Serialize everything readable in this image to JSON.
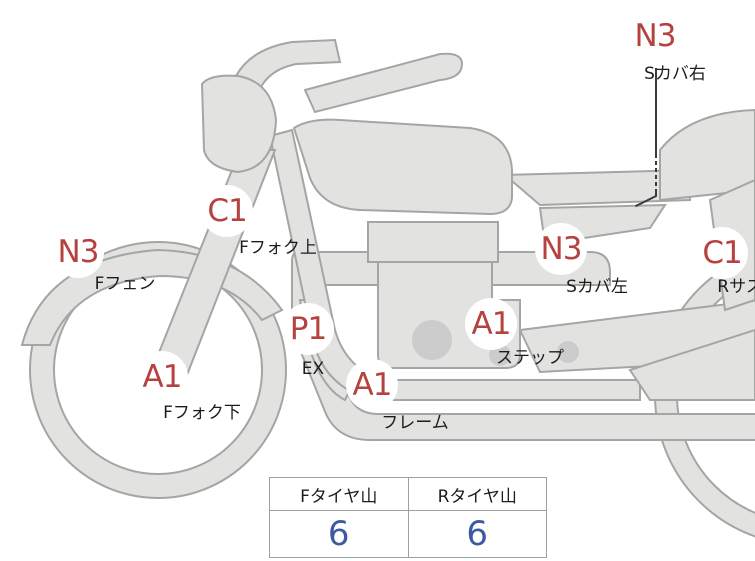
{
  "markers": [
    {
      "id": "s-cover-right",
      "code": "N3",
      "label": "Sカバ右"
    },
    {
      "id": "f-fork-upper",
      "code": "C1",
      "label": "Fフォク上"
    },
    {
      "id": "f-fender",
      "code": "N3",
      "label": "Fフェン"
    },
    {
      "id": "s-cover-left",
      "code": "N3",
      "label": "Sカバ左"
    },
    {
      "id": "r-suspension",
      "code": "C1",
      "label": "Rサス"
    },
    {
      "id": "exhaust",
      "code": "P1",
      "label": "EX"
    },
    {
      "id": "step",
      "code": "A1",
      "label": "ステップ"
    },
    {
      "id": "f-fork-lower",
      "code": "A1",
      "label": "Fフォク下"
    },
    {
      "id": "frame",
      "code": "A1",
      "label": "フレーム"
    }
  ],
  "tread_table": {
    "headers": [
      "Fタイヤ山",
      "Rタイヤ山"
    ],
    "values": [
      "6",
      "6"
    ]
  },
  "colors": {
    "part_fill": "#e2e3e1",
    "part_outline": "#a3a6a3",
    "code_text": "#b5423e",
    "table_value": "#3c5aa0",
    "table_border": "#9aa0a8"
  }
}
